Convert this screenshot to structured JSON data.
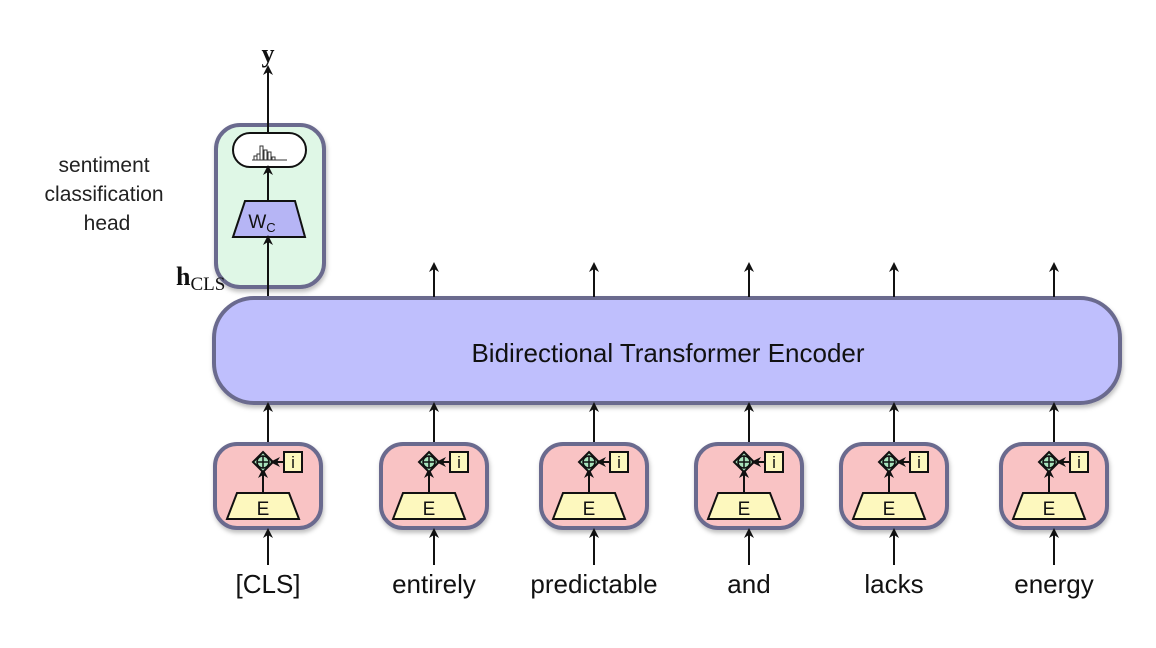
{
  "diagram": {
    "output_label": "y",
    "hidden_label_main": "h",
    "hidden_label_sub": "CLS",
    "head_caption": [
      "sentiment",
      "classification",
      "head"
    ],
    "weight_label_main": "W",
    "weight_label_sub": "C",
    "encoder_label": "Bidirectional Transformer Encoder",
    "embedding_label": "E",
    "position_label": "i",
    "tokens": [
      "[CLS]",
      "entirely",
      "predictable",
      "and",
      "lacks",
      "energy"
    ],
    "colors": {
      "head_fill": "#dff7e6",
      "encoder_fill": "#bfbffd",
      "embed_box_fill": "#f9c3c4",
      "embed_matrix_fill": "#fdf8be",
      "weight_fill": "#b6b5f5",
      "plus_fill": "#a8e2bb",
      "border": "#6b6a8e"
    }
  }
}
